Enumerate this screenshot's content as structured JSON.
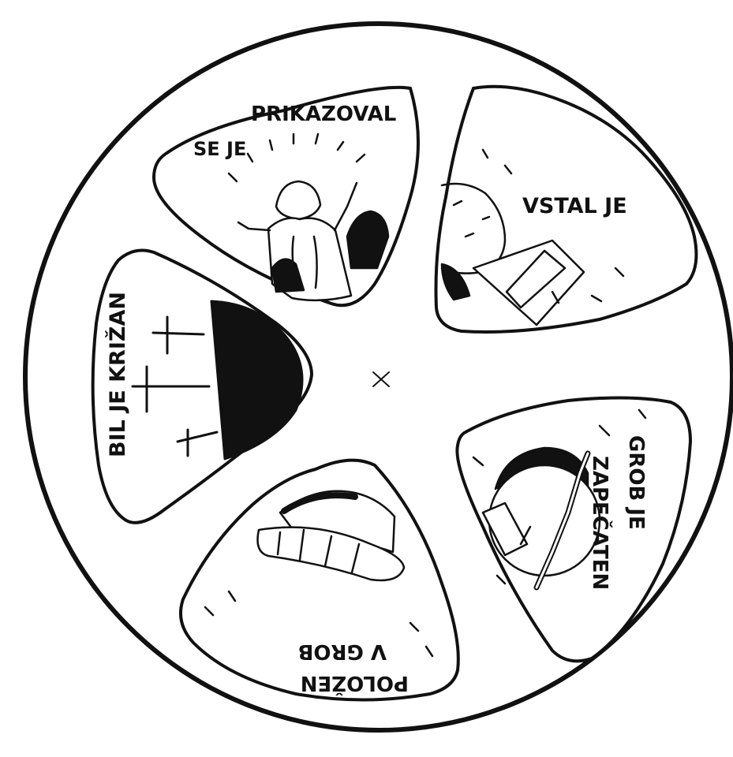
{
  "segments": [
    {
      "id": "prikazoval",
      "lines": [
        "SE JE",
        "PRIKAZOVAL"
      ]
    },
    {
      "id": "vstal",
      "lines": [
        "VSTAL JE"
      ]
    },
    {
      "id": "zapecaten",
      "lines": [
        "GROB JE",
        "ZAPEČATEN"
      ]
    },
    {
      "id": "polozen",
      "lines": [
        "POLOŽEN",
        "V GROB"
      ]
    },
    {
      "id": "krizan",
      "lines": [
        "BIL JE KRIŽAN"
      ]
    }
  ],
  "colors": {
    "ink": "#111111",
    "paper": "#ffffff"
  }
}
